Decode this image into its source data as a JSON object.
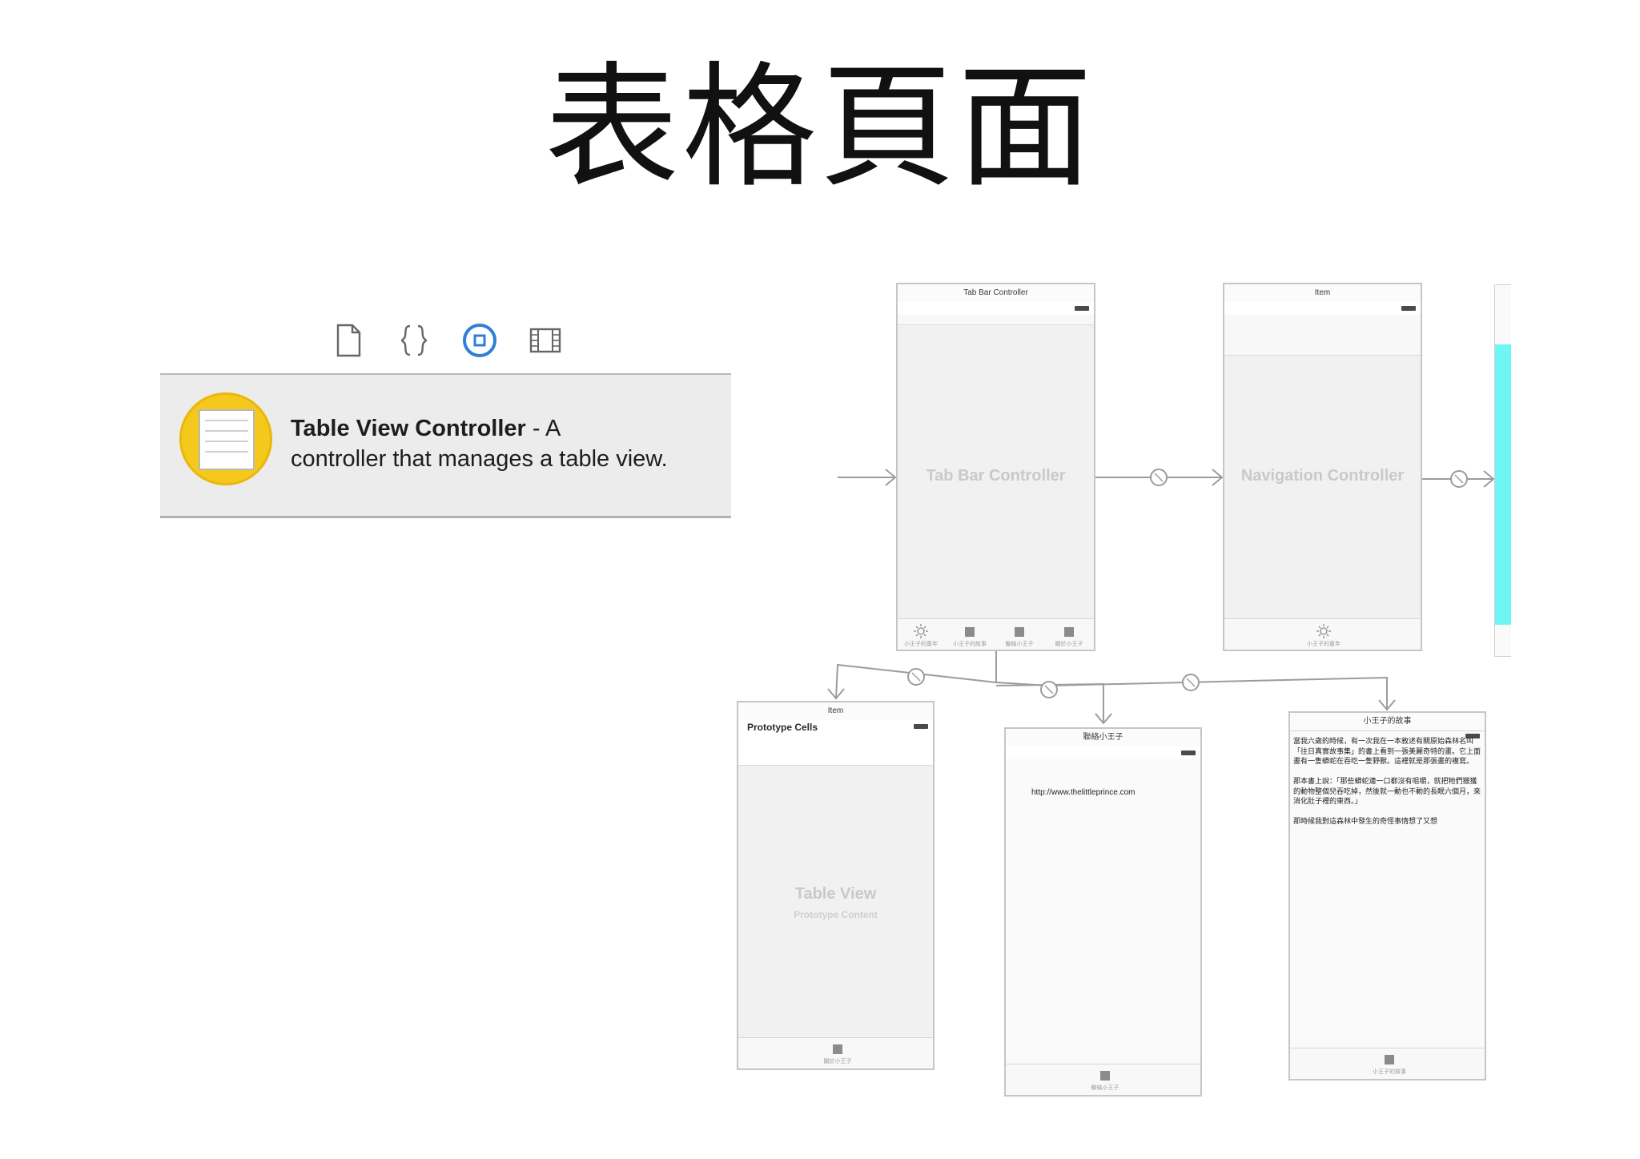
{
  "slide": {
    "title": "表格頁面"
  },
  "library": {
    "tabs": [
      {
        "icon": "file-icon"
      },
      {
        "icon": "braces-icon"
      },
      {
        "icon": "object-library-icon",
        "active": true
      },
      {
        "icon": "media-library-icon"
      }
    ],
    "item": {
      "icon": "table-view-controller-icon",
      "name": "Table View Controller",
      "separator": " - A",
      "description": "controller that manages a table view."
    }
  },
  "storyboard": {
    "tab_bar_controller": {
      "header": "Tab Bar Controller",
      "center_label": "Tab Bar Controller",
      "tabs": [
        "小王子的童年",
        "小王子的故事",
        "聯絡小王子",
        "關於小王子"
      ]
    },
    "navigation_controller": {
      "header": "Item",
      "center_label": "Navigation Controller",
      "tab": "小王子的童年"
    },
    "table_view_scene": {
      "header": "Item",
      "prototype_cells": "Prototype Cells",
      "center_label": "Table View",
      "sub_label": "Prototype Content",
      "tab": "關於小王子"
    },
    "contact_scene": {
      "header": "聯絡小王子",
      "url": "http://www.thelittleprince.com",
      "tab": "聯絡小王子"
    },
    "story_scene": {
      "header": "小王子的故事",
      "text": "當我六歲的時候，有一次我在一本敘述有關原始森林名叫「往日真實故事集」的書上看到一張美麗奇特的畫。它上面畫有一隻蟒蛇在吞吃一隻野獸。這裡就是那張畫的複寫。\n\n那本書上說：「那些蟒蛇連一口都沒有咀嚼，就把牠們獵獲的動物整個兒吞吃掉，然後就一動也不動的長眠六個月，來消化肚子裡的東西。」\n\n那時候我對這森林中發生的奇怪事情想了又想",
      "tab": "小王子的故事"
    },
    "colors": {
      "accent_cyan": "#6ff6f4",
      "active_tab_blue": "#2f7fd8",
      "icon_yellow": "#f4c81c"
    }
  }
}
